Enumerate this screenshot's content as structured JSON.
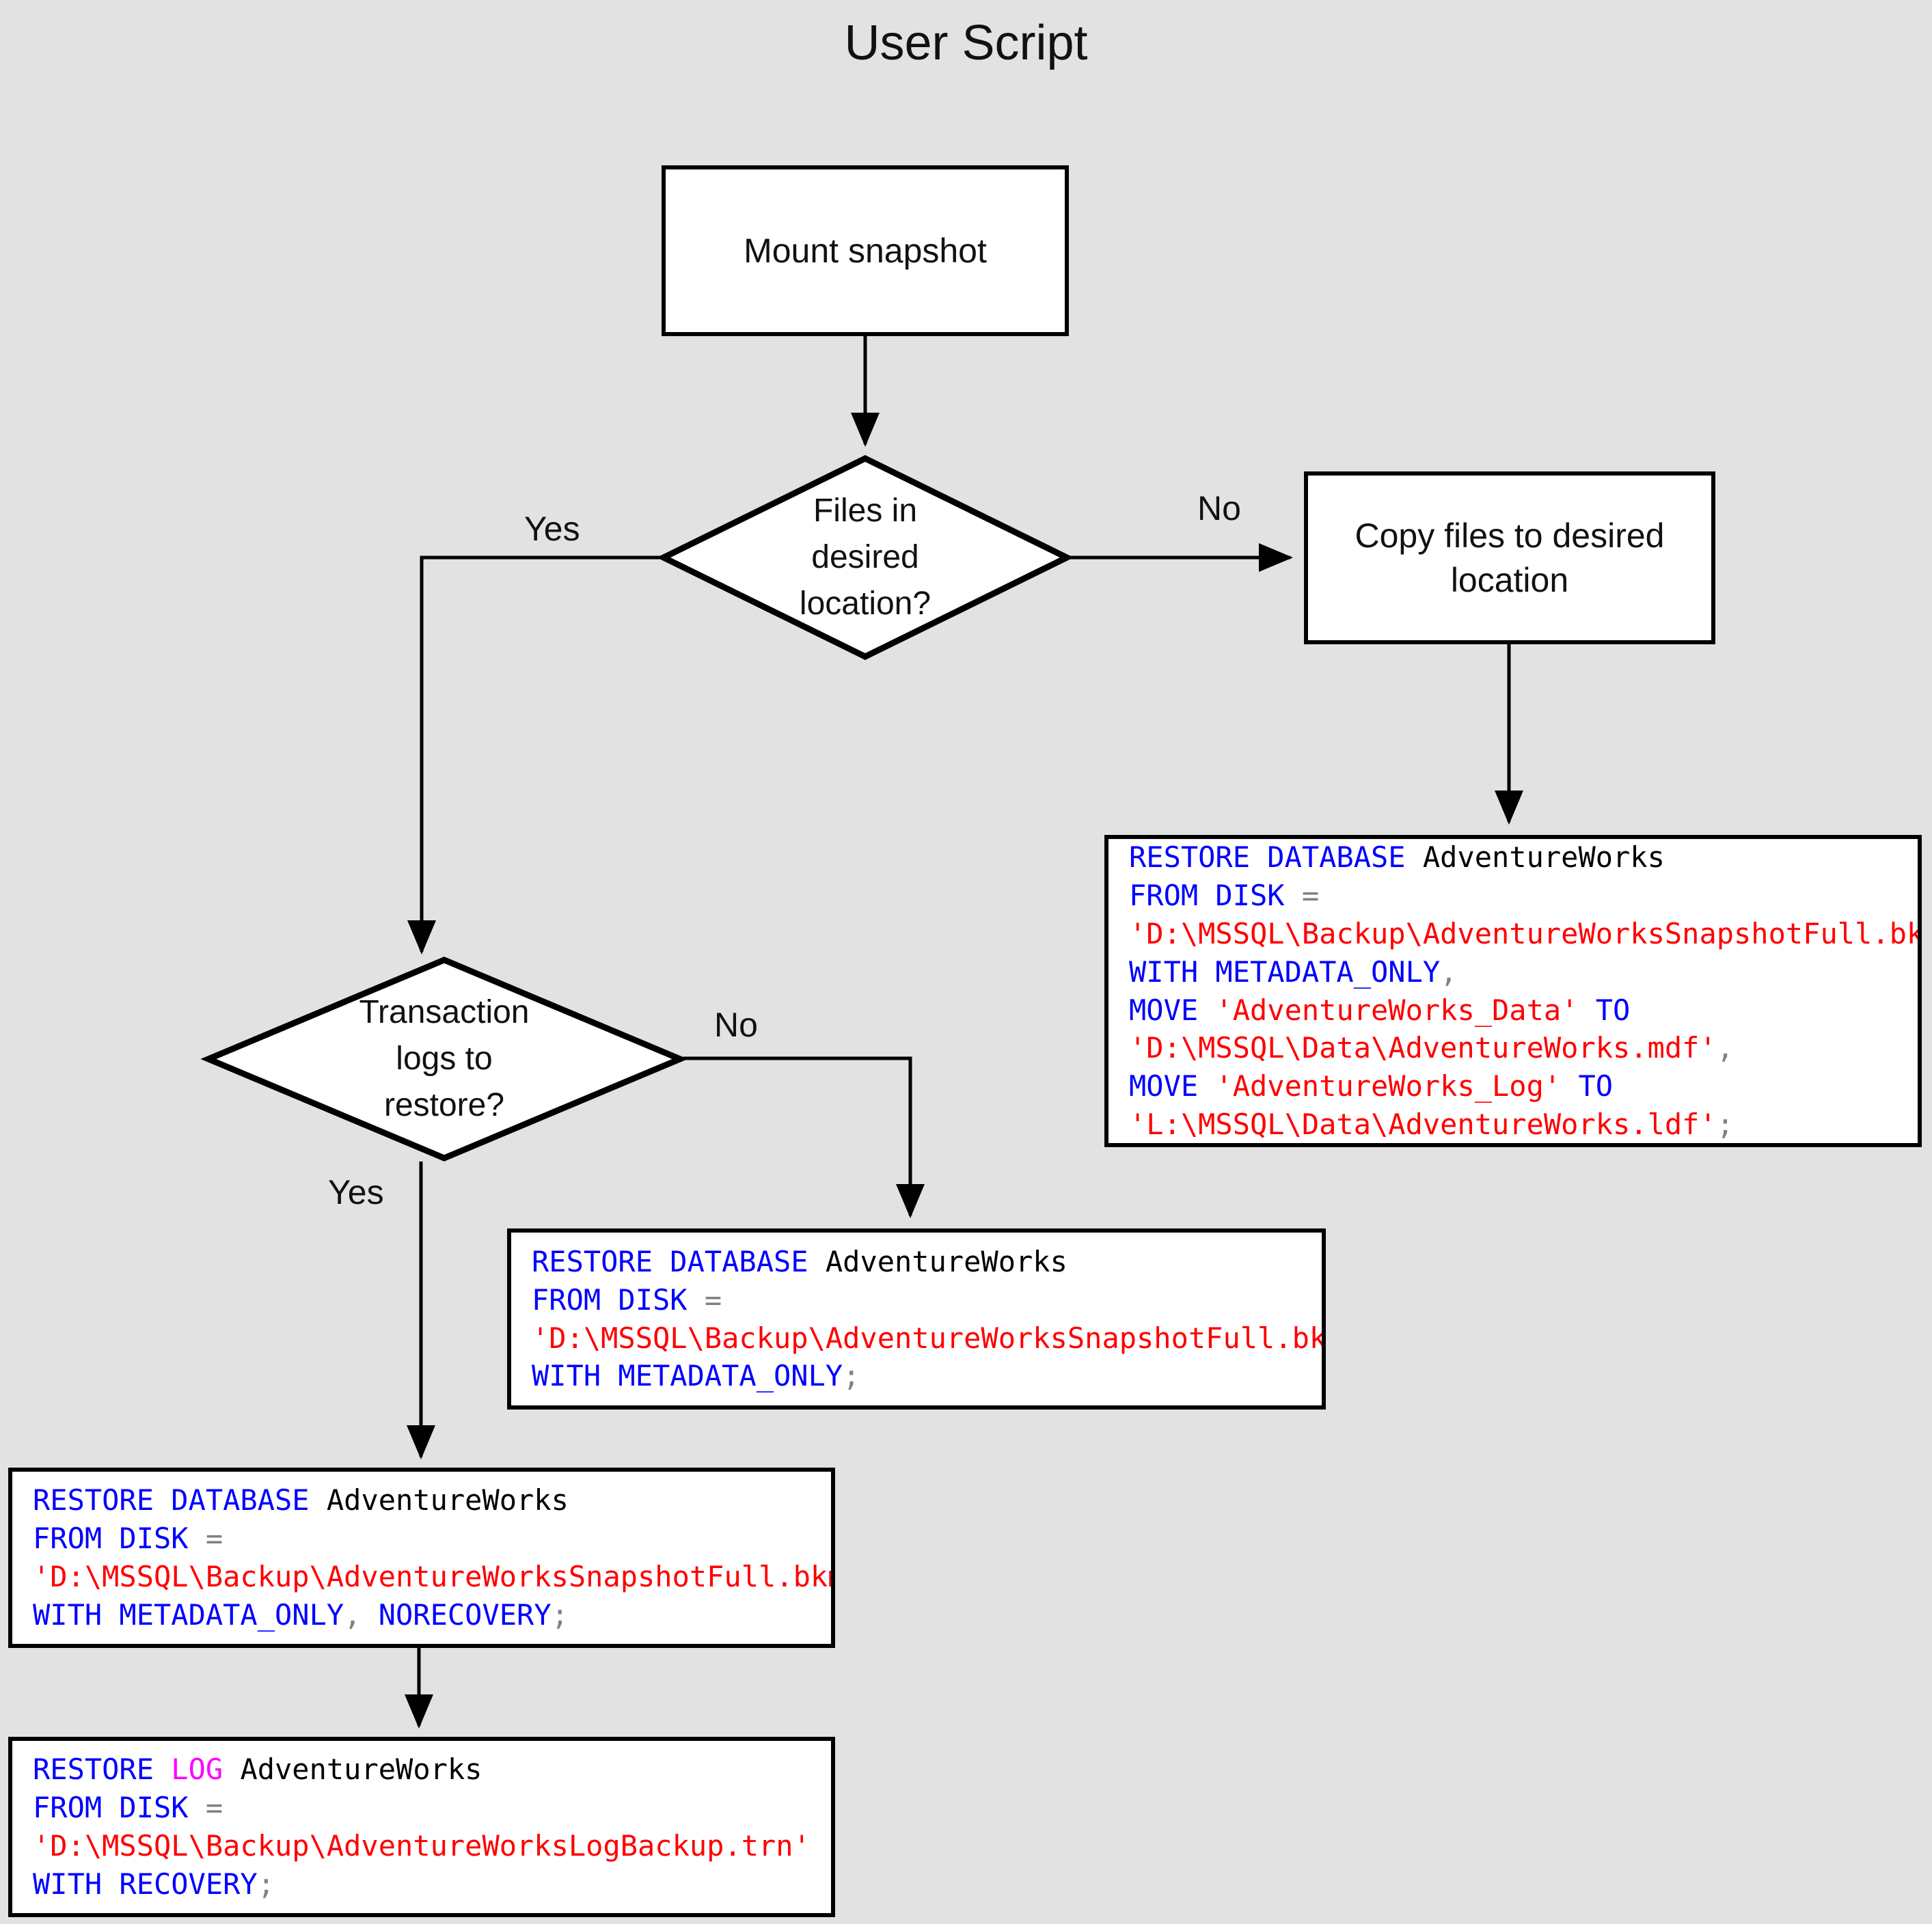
{
  "title": "User Script",
  "background_color": "#e2e2e2",
  "palette": {
    "keyword": "#0000ff",
    "keyword_alt": "#ff00ff",
    "string": "#ff0000",
    "identifier": "#000000",
    "punctuation": "#808080",
    "shape_border": "#000000",
    "shape_fill": "#ffffff"
  },
  "nodes": {
    "mount_snapshot": {
      "label": "Mount snapshot"
    },
    "files_in_location": {
      "line1": "Files in",
      "line2": "desired",
      "line3": "location?"
    },
    "copy_files": {
      "line1": "Copy files to desired",
      "line2": "location"
    },
    "transaction_logs": {
      "line1": "Transaction",
      "line2": "logs to",
      "line3": "restore?"
    }
  },
  "edge_labels": {
    "files_yes": "Yes",
    "files_no": "No",
    "logs_no": "No",
    "logs_yes": "Yes"
  },
  "code_blocks": {
    "restore_with_move": {
      "lines": [
        [
          {
            "t": "RESTORE DATABASE ",
            "c": "kw"
          },
          {
            "t": "AdventureWorks",
            "c": "id"
          }
        ],
        [
          {
            "t": "FROM DISK ",
            "c": "kw"
          },
          {
            "t": "=",
            "c": "op"
          }
        ],
        [
          {
            "t": "'D:\\MSSQL\\Backup\\AdventureWorksSnapshotFull.bkm'",
            "c": "str"
          }
        ],
        [
          {
            "t": "WITH METADATA_ONLY",
            "c": "kw"
          },
          {
            "t": ",",
            "c": "op"
          }
        ],
        [
          {
            "t": "MOVE ",
            "c": "kw"
          },
          {
            "t": "'AdventureWorks_Data'",
            "c": "str"
          },
          {
            "t": " TO",
            "c": "kw"
          }
        ],
        [
          {
            "t": "'D:\\MSSQL\\Data\\AdventureWorks.mdf'",
            "c": "str"
          },
          {
            "t": ",",
            "c": "op"
          }
        ],
        [
          {
            "t": "MOVE ",
            "c": "kw"
          },
          {
            "t": "'AdventureWorks_Log'",
            "c": "str"
          },
          {
            "t": " TO",
            "c": "kw"
          }
        ],
        [
          {
            "t": "'L:\\MSSQL\\Data\\AdventureWorks.ldf'",
            "c": "str"
          },
          {
            "t": ";",
            "c": "op"
          }
        ]
      ]
    },
    "restore_metadata_only": {
      "lines": [
        [
          {
            "t": "RESTORE DATABASE ",
            "c": "kw"
          },
          {
            "t": "AdventureWorks",
            "c": "id"
          }
        ],
        [
          {
            "t": "FROM DISK ",
            "c": "kw"
          },
          {
            "t": "=",
            "c": "op"
          }
        ],
        [
          {
            "t": "'D:\\MSSQL\\Backup\\AdventureWorksSnapshotFull.bkm'",
            "c": "str"
          }
        ],
        [
          {
            "t": "WITH METADATA_ONLY",
            "c": "kw"
          },
          {
            "t": ";",
            "c": "op"
          }
        ]
      ]
    },
    "restore_norecovery": {
      "lines": [
        [
          {
            "t": "RESTORE DATABASE ",
            "c": "kw"
          },
          {
            "t": "AdventureWorks",
            "c": "id"
          }
        ],
        [
          {
            "t": "FROM DISK ",
            "c": "kw"
          },
          {
            "t": "=",
            "c": "op"
          }
        ],
        [
          {
            "t": "'D:\\MSSQL\\Backup\\AdventureWorksSnapshotFull.bkm'",
            "c": "str"
          }
        ],
        [
          {
            "t": "WITH METADATA_ONLY",
            "c": "kw"
          },
          {
            "t": ",",
            "c": "op"
          },
          {
            "t": " NORECOVERY",
            "c": "kw"
          },
          {
            "t": ";",
            "c": "op"
          }
        ]
      ]
    },
    "restore_log": {
      "lines": [
        [
          {
            "t": "RESTORE ",
            "c": "kw"
          },
          {
            "t": "LOG",
            "c": "kw2"
          },
          {
            "t": " ",
            "c": "id"
          },
          {
            "t": "AdventureWorks",
            "c": "id"
          }
        ],
        [
          {
            "t": "FROM DISK ",
            "c": "kw"
          },
          {
            "t": "=",
            "c": "op"
          }
        ],
        [
          {
            "t": "'D:\\MSSQL\\Backup\\AdventureWorksLogBackup.trn'",
            "c": "str"
          }
        ],
        [
          {
            "t": "WITH RECOVERY",
            "c": "kw"
          },
          {
            "t": ";",
            "c": "op"
          }
        ]
      ]
    }
  },
  "flow": {
    "type": "flowchart",
    "edges": [
      {
        "from": "mount_snapshot",
        "to": "files_in_location",
        "label": ""
      },
      {
        "from": "files_in_location",
        "to": "transaction_logs",
        "label": "Yes"
      },
      {
        "from": "files_in_location",
        "to": "copy_files",
        "label": "No"
      },
      {
        "from": "copy_files",
        "to": "restore_with_move",
        "label": ""
      },
      {
        "from": "transaction_logs",
        "to": "restore_metadata_only",
        "label": "No"
      },
      {
        "from": "transaction_logs",
        "to": "restore_norecovery",
        "label": "Yes"
      },
      {
        "from": "restore_norecovery",
        "to": "restore_log",
        "label": ""
      }
    ]
  }
}
